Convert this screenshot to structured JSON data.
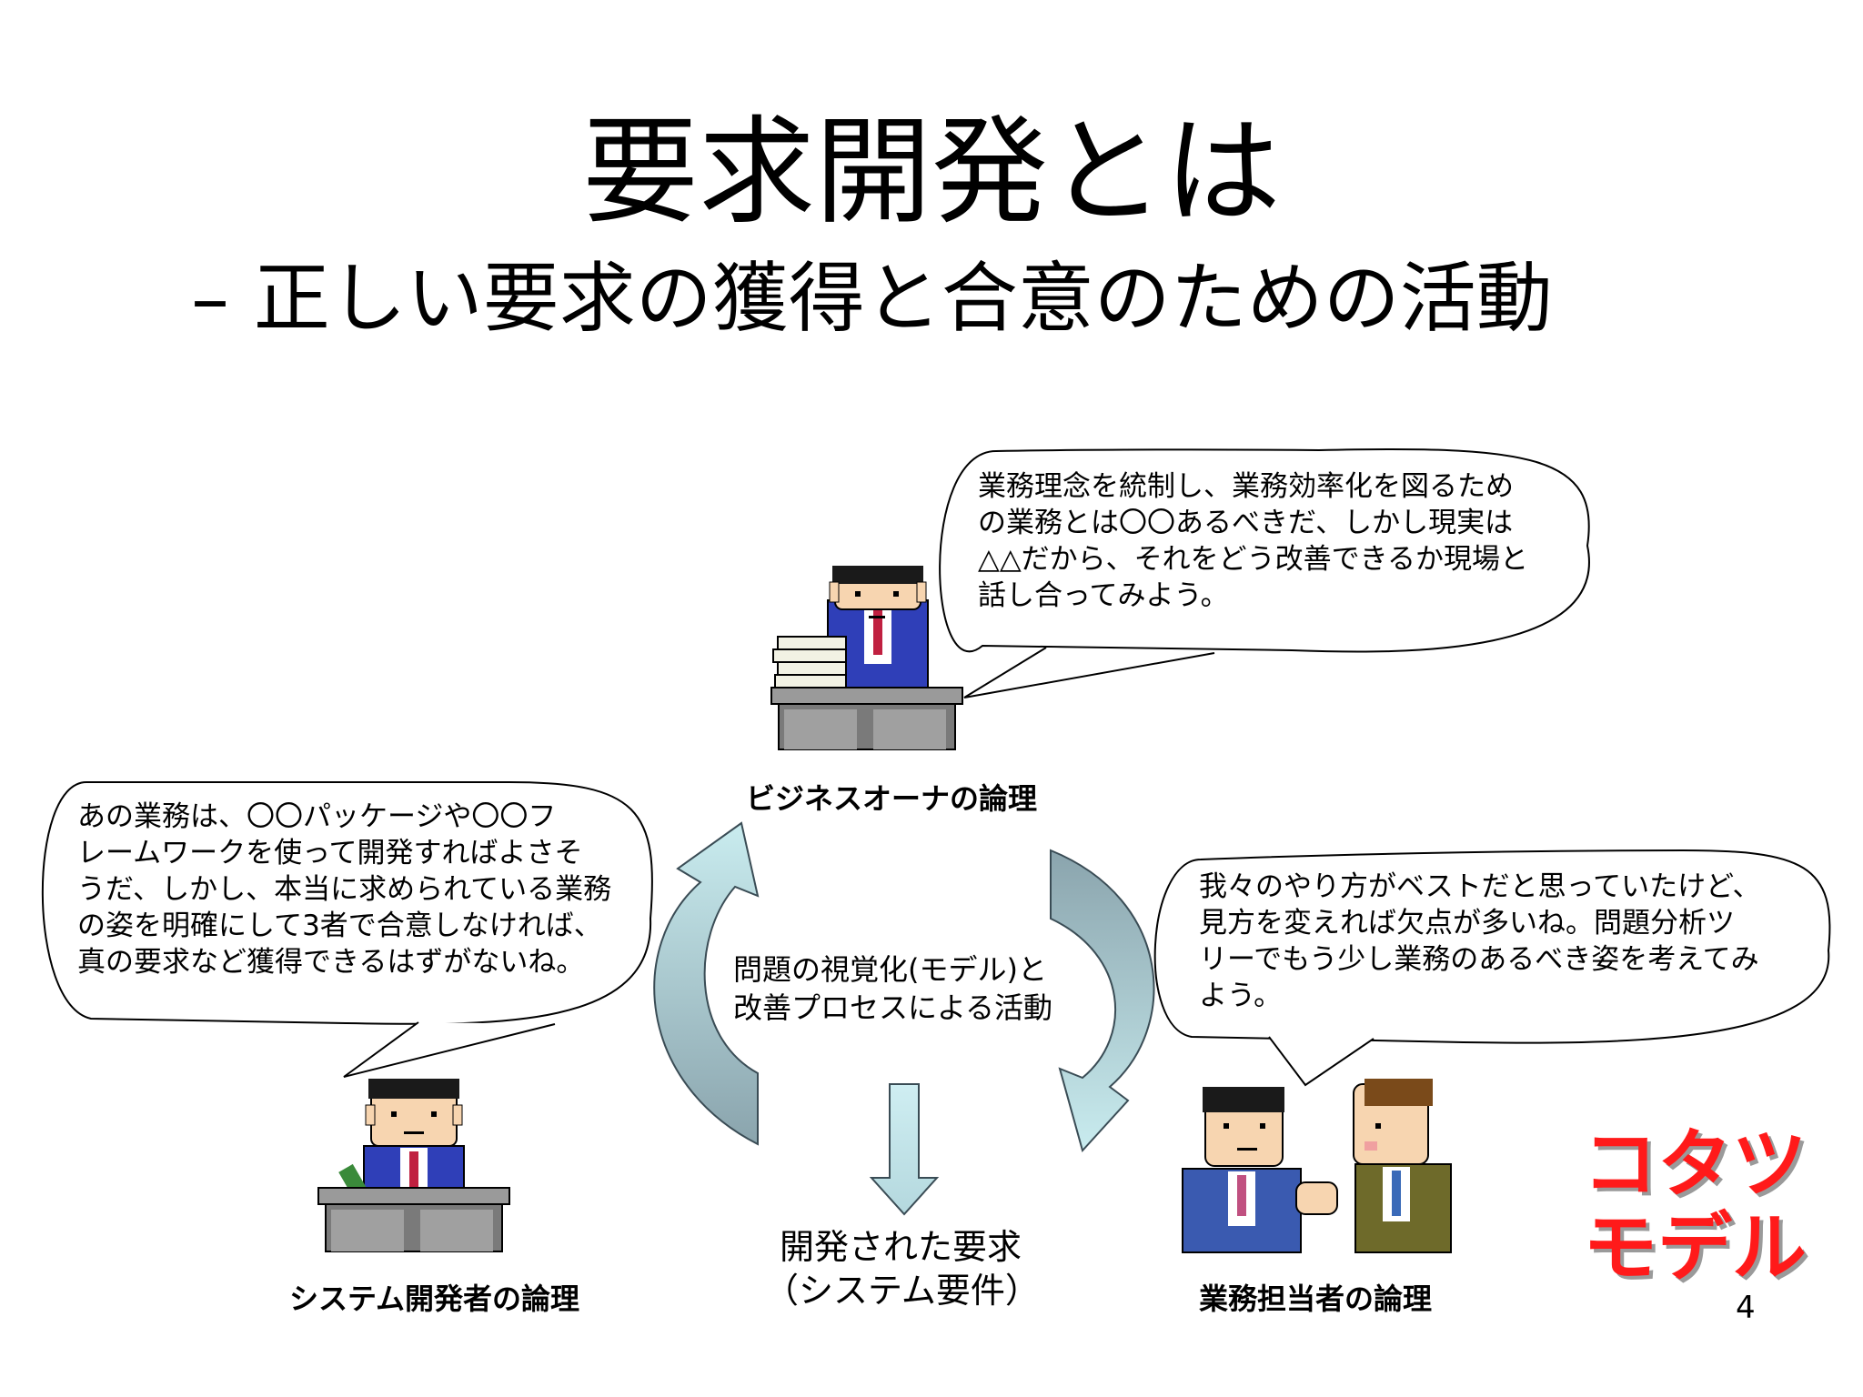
{
  "slide": {
    "title": "要求開発とは",
    "subtitle": "– 正しい要求の獲得と合意のための活動",
    "page_number": "4"
  },
  "business_owner": {
    "speech": "業務理念を統制し、業務効率化を図るため\nの業務とは〇〇あるべきだ、しかし現実は\n△△だから、それをどう改善できるか現場と\n話し合ってみよう。",
    "label": "ビジネスオーナの論理"
  },
  "system_developer": {
    "speech": "あの業務は、〇〇パッケージや〇〇フ\nレームワークを使って開発すればよさそ\nうだ、しかし、本当に求められている業務\nの姿を明確にして3者で合意しなければ、\n真の要求など獲得できるはずがないね。",
    "label": "システム開発者の論理"
  },
  "business_staff": {
    "speech": "我々のやり方がベストだと思っていたけど、\n見方を変えれば欠点が多いね。問題分析ツ\nリーでもう少し業務のあるべき姿を考えてみ\nよう。",
    "label": "業務担当者の論理"
  },
  "center": {
    "activity": "問題の視覚化(モデル)と\n改善プロセスによる活動",
    "result": "開発された要求\n（システム要件）"
  },
  "brand": {
    "name": "コタツ\nモデル",
    "color": "#ff1a1a"
  },
  "colors": {
    "arrow_light": "#bfe0e3",
    "arrow_dark": "#8fa8b0",
    "suit_blue": "#2f3fb8",
    "desk_gray": "#8c8c8c"
  }
}
